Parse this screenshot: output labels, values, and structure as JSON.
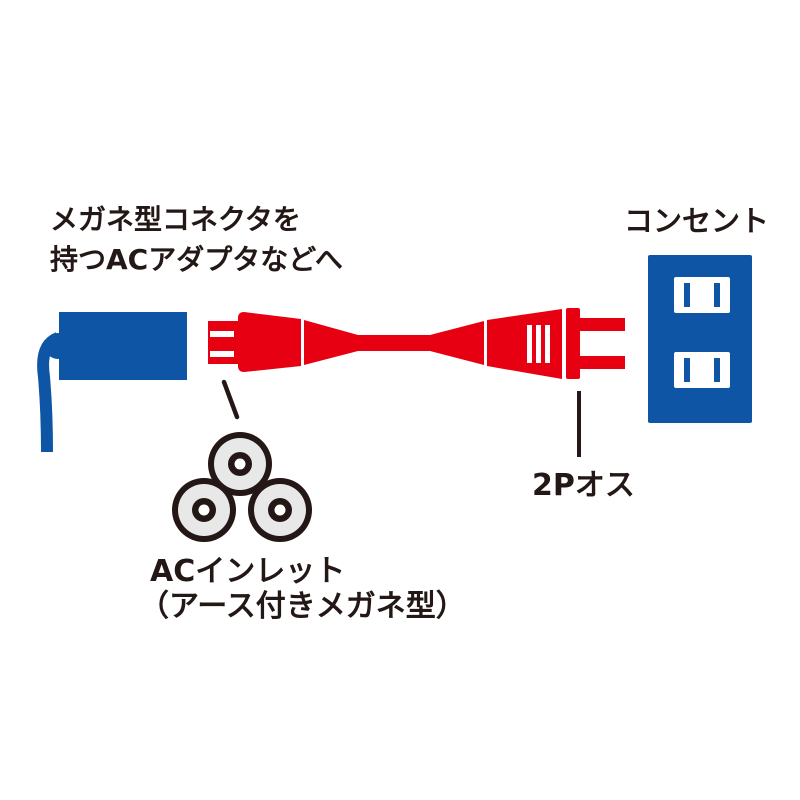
{
  "colors": {
    "blue": "#0e56a5",
    "red": "#e60012",
    "ink": "#231815",
    "gray": "#e8e8e8",
    "white": "#ffffff"
  },
  "labels": {
    "adapter_note_line1": "メガネ型コネクタを",
    "adapter_note_line2": "持つACアダプタなどへ",
    "outlet": "コンセント",
    "plug_type": "2Pオス",
    "inlet_name": "ACインレット",
    "inlet_type": "（アース付きメガネ型）"
  }
}
